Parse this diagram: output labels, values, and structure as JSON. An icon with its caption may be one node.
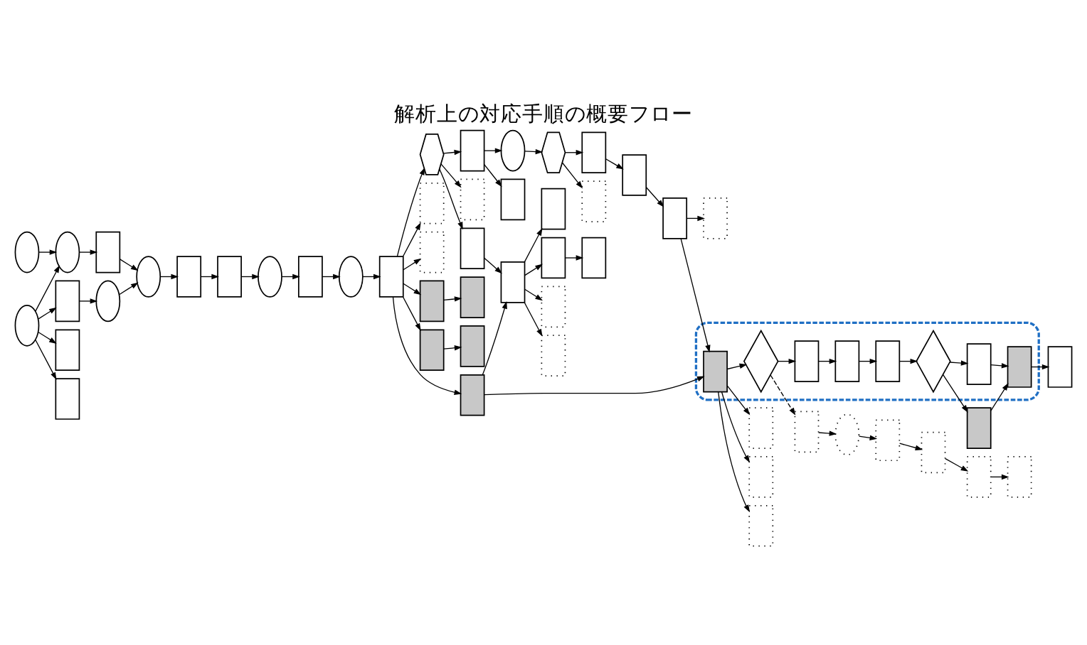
{
  "diagram": {
    "title": "解析上の対応手順の概要フロー",
    "nodes": [
      {
        "text": [],
        "shape": "ellipse"
      },
      {
        "text": [],
        "shape": "ellipse"
      },
      {
        "text": [],
        "shape": "ellipse"
      },
      {
        "text": [],
        "shape": "box"
      },
      {
        "text": [],
        "shape": "box"
      },
      {
        "text": [],
        "shape": "box"
      },
      {
        "text": [],
        "shape": "box"
      },
      {
        "text": [],
        "shape": "ellipse"
      },
      {
        "text": [],
        "shape": "ellipse"
      },
      {
        "text": [],
        "shape": "box"
      },
      {
        "text": [],
        "shape": "box"
      },
      {
        "text": [],
        "shape": "ellipse"
      },
      {
        "text": [],
        "shape": "box"
      },
      {
        "text": [],
        "shape": "ellipse"
      },
      {
        "text": [],
        "shape": "box"
      },
      {
        "text": [],
        "shape": "hexagon"
      },
      {
        "text": [],
        "shape": "box"
      },
      {
        "text": [],
        "shape": "ellipse"
      },
      {
        "text": [],
        "shape": "hexagon"
      },
      {
        "text": [],
        "shape": "box"
      },
      {
        "text": [],
        "shape": "box"
      },
      {
        "text": [],
        "shape": "box"
      },
      {
        "text": [],
        "shape": "box"
      },
      {
        "text": [],
        "shape": "box"
      },
      {
        "text": [],
        "shape": "box"
      },
      {
        "text": [],
        "shape": "box"
      },
      {
        "text": [],
        "shape": "box"
      },
      {
        "text": [],
        "shape": "box"
      },
      {
        "text": [],
        "shape": "box"
      },
      {
        "text": [],
        "shape": "box"
      },
      {
        "text": [],
        "shape": "box"
      },
      {
        "text": [],
        "shape": "box"
      },
      {
        "text": [],
        "shape": "box"
      },
      {
        "text": [],
        "shape": "box"
      },
      {
        "text": [],
        "shape": "box"
      },
      {
        "text": [],
        "shape": "box"
      },
      {
        "text": [],
        "shape": "box"
      },
      {
        "text": [],
        "shape": "box"
      },
      {
        "text": [],
        "shape": "box"
      },
      {
        "text": [],
        "shape": "box"
      },
      {
        "text": [],
        "shape": "box"
      },
      {
        "text": [],
        "shape": "box",
        "in": 40
      },
      {
        "text": [],
        "shape": "diamond",
        "in": 40
      },
      {
        "text": [],
        "shape": "box",
        "in": 40
      },
      {
        "text": [],
        "shape": "box",
        "in": 40
      },
      {
        "text": [],
        "shape": "box",
        "in": 40
      },
      {
        "text": [],
        "shape": "diamond",
        "in": 40
      },
      {
        "text": [],
        "shape": "box",
        "in": 40
      },
      {
        "text": [],
        "shape": "box",
        "in": 40
      },
      {
        "text": [],
        "shape": "box"
      },
      {
        "text": [],
        "shape": "box"
      },
      {
        "text": [],
        "shape": "box"
      },
      {
        "text": [],
        "shape": "box"
      },
      {
        "text": [],
        "shape": "box"
      },
      {
        "text": [],
        "shape": "box"
      },
      {
        "text": [],
        "shape": "ellipse"
      },
      {
        "text": [],
        "shape": "box"
      },
      {
        "text": [],
        "shape": "box"
      },
      {
        "text": [],
        "shape": "box"
      },
      {
        "text": [],
        "shape": "box"
      }
    ],
    "edges": [
      {
        "from": 0,
        "to": 2,
        "arrow": "to"
      },
      {
        "from": 1,
        "to": 2,
        "arrow": "to"
      },
      {
        "from": 1,
        "to": 4,
        "arrow": "to"
      },
      {
        "from": 1,
        "to": 5,
        "arrow": "to"
      },
      {
        "from": 1,
        "to": 6,
        "arrow": "to"
      },
      {
        "from": 4,
        "to": 7,
        "arrow": "to"
      },
      {
        "from": 2,
        "to": 3,
        "arrow": "to"
      },
      {
        "from": 3,
        "to": 8,
        "arrow": "to"
      },
      {
        "from": 7,
        "to": 8,
        "arrow": "to"
      },
      {
        "from": 8,
        "to": 9,
        "arrow": "to"
      },
      {
        "from": 9,
        "to": 10,
        "arrow": "to"
      },
      {
        "from": 10,
        "to": 11,
        "arrow": "to"
      },
      {
        "from": 11,
        "to": 12,
        "arrow": "to"
      },
      {
        "from": 12,
        "to": 13,
        "arrow": "to"
      },
      {
        "from": 13,
        "to": 14,
        "arrow": "to"
      },
      {
        "from": 14,
        "to": 15,
        "arrow": "to"
      },
      {
        "from": 14,
        "to": 22,
        "arrow": "to"
      },
      {
        "from": 14,
        "to": 23,
        "arrow": "to"
      },
      {
        "from": 14,
        "to": 24,
        "arrow": "to"
      },
      {
        "from": 14,
        "to": 26,
        "arrow": "to"
      },
      {
        "from": 14,
        "to": 28,
        "arrow": "to"
      },
      {
        "from": 24,
        "to": 25,
        "arrow": "to"
      },
      {
        "from": 26,
        "to": 27,
        "arrow": "to"
      },
      {
        "from": 15,
        "to": 29,
        "arrow": "to"
      },
      {
        "from": 15,
        "to": 16,
        "arrow": "to"
      },
      {
        "from": 15,
        "to": 31,
        "arrow": "to"
      },
      {
        "from": 16,
        "to": 17,
        "arrow": "to"
      },
      {
        "from": 16,
        "to": 30,
        "arrow": "to"
      },
      {
        "from": 31,
        "to": 32,
        "arrow": "to"
      },
      {
        "from": 28,
        "to": 32,
        "arrow": "to"
      },
      {
        "from": 32,
        "to": 33,
        "arrow": "to"
      },
      {
        "from": 32,
        "to": 34,
        "arrow": "to"
      },
      {
        "from": 32,
        "to": 36,
        "arrow": "to"
      },
      {
        "from": 32,
        "to": 37,
        "arrow": "to"
      },
      {
        "from": 34,
        "to": 35,
        "arrow": "to"
      },
      {
        "from": 17,
        "to": 18,
        "arrow": "to"
      },
      {
        "from": 18,
        "to": 38,
        "arrow": "to"
      },
      {
        "from": 18,
        "to": 19,
        "arrow": "to"
      },
      {
        "from": 19,
        "to": 20,
        "arrow": "to"
      },
      {
        "from": 20,
        "to": 21,
        "arrow": "to"
      },
      {
        "from": 21,
        "to": 39,
        "arrow": "to"
      },
      {
        "from": 21,
        "to": 41,
        "arrow": "to"
      },
      {
        "from": 28,
        "to": 41,
        "arrow": "to"
      },
      {
        "from": 41,
        "to": 51,
        "arrow": "to"
      },
      {
        "from": 41,
        "to": 52,
        "arrow": "to"
      },
      {
        "from": 41,
        "to": 53,
        "arrow": "to"
      },
      {
        "from": 41,
        "to": 42,
        "arrow": "to"
      },
      {
        "from": 42,
        "to": 43,
        "arrow": "to"
      },
      {
        "from": 43,
        "to": 44,
        "arrow": "to"
      },
      {
        "from": 44,
        "to": 45,
        "arrow": "to"
      },
      {
        "from": 45,
        "to": 46,
        "arrow": "to"
      },
      {
        "from": 46,
        "to": 47,
        "arrow": "to"
      },
      {
        "from": 46,
        "to": 50,
        "arrow": "to"
      },
      {
        "from": 50,
        "to": 48,
        "arrow": "to"
      },
      {
        "from": 47,
        "to": 48,
        "arrow": "to"
      },
      {
        "from": 48,
        "to": 49,
        "arrow": "to"
      },
      {
        "from": 42,
        "to": 54,
        "arrow": "to",
        "style": "dashed"
      },
      {
        "from": 54,
        "to": 55,
        "arrow": "to"
      },
      {
        "from": 55,
        "to": 56,
        "arrow": "to"
      },
      {
        "from": 56,
        "to": 57,
        "arrow": "to"
      },
      {
        "from": 57,
        "to": 58,
        "arrow": "to"
      },
      {
        "from": 58,
        "to": 59,
        "arrow": "to"
      }
    ]
  }
}
